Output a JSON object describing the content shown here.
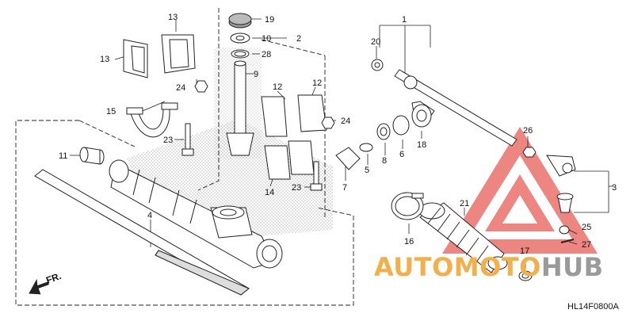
{
  "diagram": {
    "callouts": [
      {
        "id": "c1",
        "label": "1"
      },
      {
        "id": "c2",
        "label": "2"
      },
      {
        "id": "c3",
        "label": "3"
      },
      {
        "id": "c4",
        "label": "4"
      },
      {
        "id": "c5",
        "label": "5"
      },
      {
        "id": "c6",
        "label": "6"
      },
      {
        "id": "c7",
        "label": "7"
      },
      {
        "id": "c8",
        "label": "8"
      },
      {
        "id": "c9",
        "label": "9"
      },
      {
        "id": "c10",
        "label": "10"
      },
      {
        "id": "c11",
        "label": "11"
      },
      {
        "id": "c12a",
        "label": "12"
      },
      {
        "id": "c12b",
        "label": "12"
      },
      {
        "id": "c13a",
        "label": "13"
      },
      {
        "id": "c13b",
        "label": "13"
      },
      {
        "id": "c14",
        "label": "14"
      },
      {
        "id": "c15",
        "label": "15"
      },
      {
        "id": "c16",
        "label": "16"
      },
      {
        "id": "c17",
        "label": "17"
      },
      {
        "id": "c18",
        "label": "18"
      },
      {
        "id": "c19",
        "label": "19"
      },
      {
        "id": "c20",
        "label": "20"
      },
      {
        "id": "c21",
        "label": "21"
      },
      {
        "id": "c23a",
        "label": "23"
      },
      {
        "id": "c23b",
        "label": "23"
      },
      {
        "id": "c24a",
        "label": "24"
      },
      {
        "id": "c24b",
        "label": "24"
      },
      {
        "id": "c25",
        "label": "25"
      },
      {
        "id": "c26",
        "label": "26"
      },
      {
        "id": "c27",
        "label": "27"
      },
      {
        "id": "c28",
        "label": "28"
      }
    ],
    "fr_label": "FR.",
    "diagram_code": "HL14F0800A"
  },
  "watermark": {
    "text_part1": "AUTOMOTO",
    "text_part2": "HUB",
    "color_part1": "#f2b04a",
    "color_part2": "#9a9a9a",
    "logo_color": "#e8605a"
  }
}
